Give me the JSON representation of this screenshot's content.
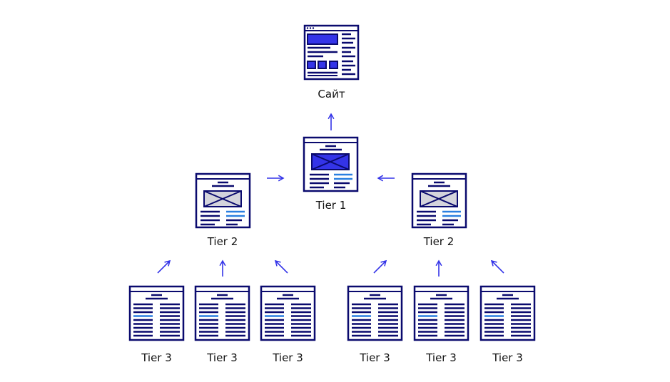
{
  "diagram": {
    "site": {
      "label": "Сайт",
      "icon": "website-icon"
    },
    "tier1": {
      "label": "Tier 1",
      "icon": "article-page-icon"
    },
    "tier2": [
      {
        "label": "Tier 2",
        "icon": "article-page-icon"
      },
      {
        "label": "Tier 2",
        "icon": "article-page-icon"
      }
    ],
    "tier3": [
      {
        "label": "Tier 3",
        "icon": "text-page-icon"
      },
      {
        "label": "Tier 3",
        "icon": "text-page-icon"
      },
      {
        "label": "Tier 3",
        "icon": "text-page-icon"
      },
      {
        "label": "Tier 3",
        "icon": "text-page-icon"
      },
      {
        "label": "Tier 3",
        "icon": "text-page-icon"
      },
      {
        "label": "Tier 3",
        "icon": "text-page-icon"
      }
    ],
    "arrows": [
      "arrow-up-icon",
      "arrow-right-icon",
      "arrow-left-icon",
      "arrow-up-right-icon",
      "arrow-up-icon",
      "arrow-up-left-icon"
    ]
  },
  "colors": {
    "outline": "#0a0a6e",
    "accent": "#3434e8",
    "highlight": "#2a7fe0",
    "image_fill": "#d4d4dc",
    "label": "#111111"
  }
}
